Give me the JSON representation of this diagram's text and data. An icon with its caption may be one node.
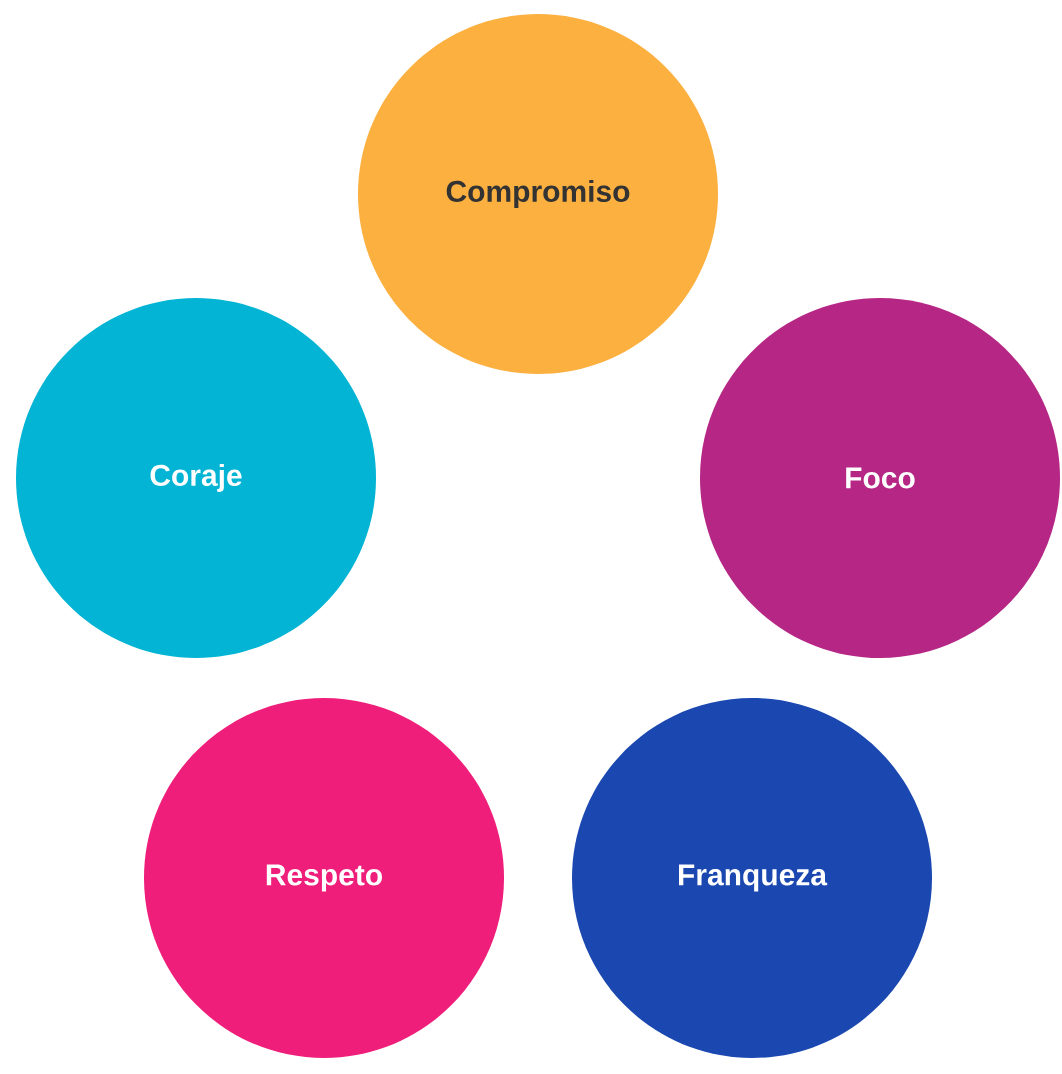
{
  "diagram": {
    "nodes": [
      {
        "text": [
          "Compromiso"
        ]
      },
      {
        "text": [
          "Coraje"
        ]
      },
      {
        "text": [
          "Foco"
        ]
      },
      {
        "text": [
          "Respeto"
        ]
      },
      {
        "text": [
          "Franqueza"
        ]
      }
    ]
  }
}
